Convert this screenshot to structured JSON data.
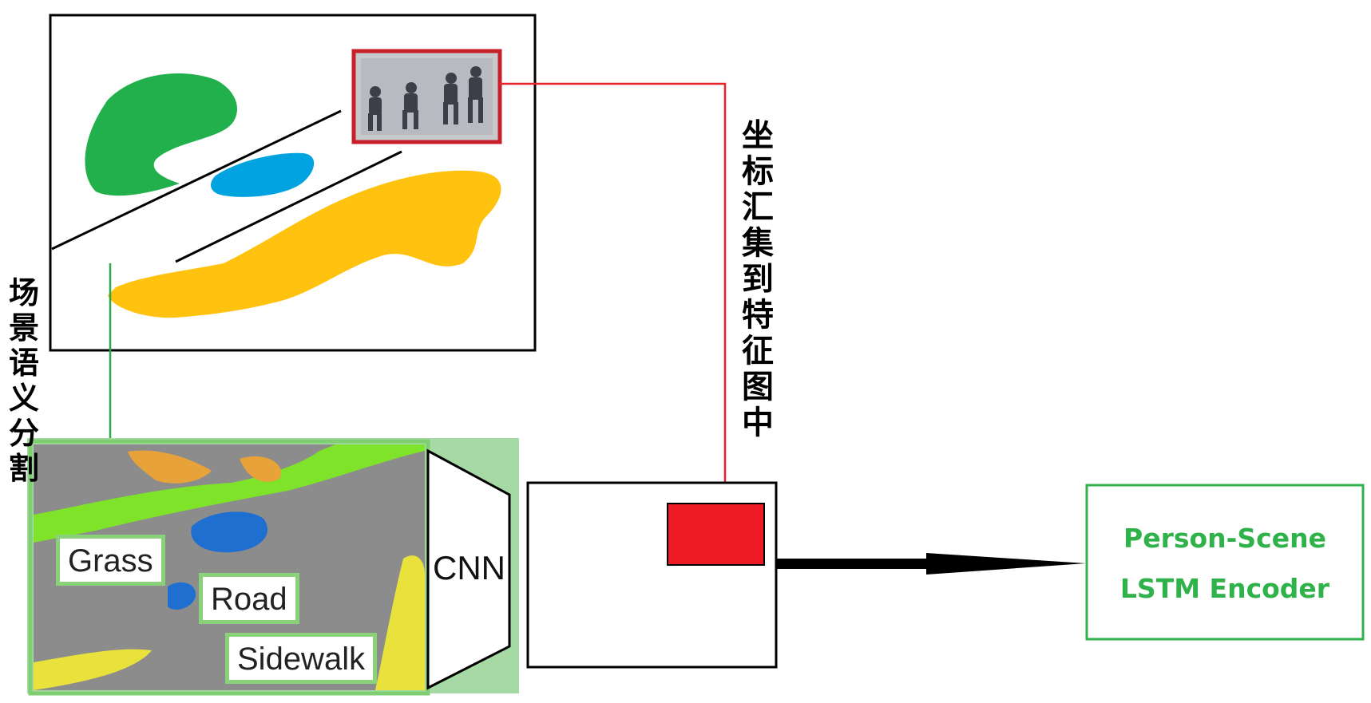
{
  "labels": {
    "scene_segmentation": "场景语义分割",
    "coordinate_pooling": "坐标汇集到特征图中",
    "cnn": "CNN"
  },
  "segmentation_tags": {
    "grass": "Grass",
    "road": "Road",
    "sidewalk": "Sidewalk"
  },
  "encoder": {
    "line1": "Person-Scene",
    "line2": "LSTM Encoder"
  },
  "colors": {
    "grass_region": "#21b04b",
    "road_region": "#00a2e0",
    "sidewalk_region": "#ffc20e",
    "person_box": "#c8202a",
    "pool_line": "#e8232a",
    "seg_arrow": "#2aa84a",
    "feature_box_fill": "#ed1c24",
    "encoder_border": "#2fb24a",
    "encoder_text": "#2fb24a",
    "seg_map_frame": "#a6d9a4"
  },
  "icons": {
    "people": "people-figures-icon"
  }
}
